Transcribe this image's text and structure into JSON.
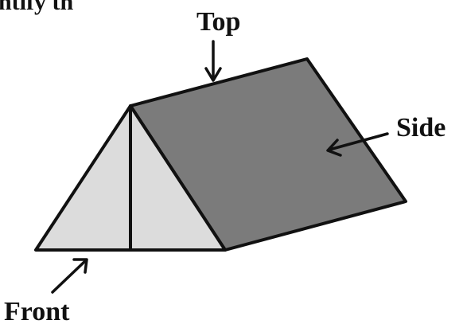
{
  "header": {
    "partial_text": "ntify th"
  },
  "labels": {
    "top": "Top",
    "side": "Side",
    "front": "Front"
  },
  "colors": {
    "front_face": "#dcdcdc",
    "side_face": "#7b7b7b",
    "edges": "#111111",
    "text": "#111111"
  }
}
